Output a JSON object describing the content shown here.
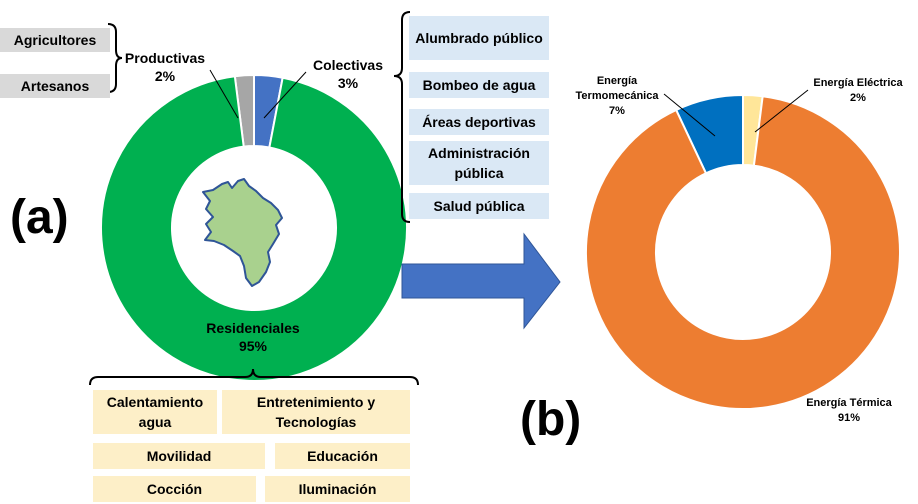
{
  "chart_data": [
    {
      "type": "pie",
      "variant": "donut",
      "categories": [
        "Residenciales",
        "Productivas",
        "Colectivas"
      ],
      "values": [
        95,
        2,
        3
      ],
      "labels": [
        {
          "name": "Residenciales",
          "value": "95%"
        },
        {
          "name": "Productivas",
          "value": "2%"
        },
        {
          "name": "Colectivas",
          "value": "3%"
        }
      ],
      "colors": [
        "#00b050",
        "#a6a6a6",
        "#4472c4"
      ],
      "panel_label": "(a)"
    },
    {
      "type": "pie",
      "variant": "donut",
      "categories": [
        "Energía Térmica",
        "Energía Termomecánica",
        "Energía Eléctrica"
      ],
      "values": [
        91,
        7,
        2
      ],
      "labels": [
        {
          "name": "Energía Térmica",
          "value": "91%"
        },
        {
          "name": "Energía Termomecánica",
          "value": "7%"
        },
        {
          "name": "Energía Eléctrica",
          "value": "2%"
        }
      ],
      "colors": [
        "#ed7d31",
        "#0070c0",
        "#ffe699"
      ],
      "panel_label": "(b)"
    }
  ],
  "productivas_items": [
    "Agricultores",
    "Artesanos"
  ],
  "colectivas_items": [
    "Alumbrado público",
    "Bombeo de agua",
    "Áreas deportivas",
    "Administración pública",
    "Salud pública"
  ],
  "residenciales_items": [
    "Calentamiento agua",
    "Entretenimiento y Tecnologías",
    "Movilidad",
    "Educación",
    "Cocción",
    "Iluminación"
  ],
  "colors": {
    "arrow": "#4472c4",
    "map_fill": "#a9d18e",
    "map_stroke": "#2f5597"
  }
}
